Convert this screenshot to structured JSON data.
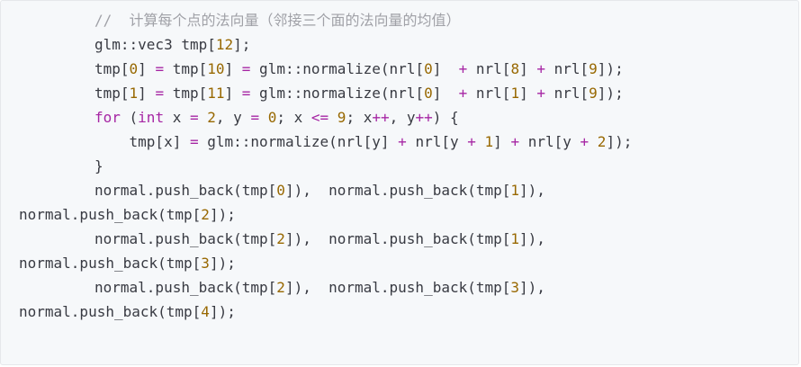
{
  "code": {
    "comment": "//  计算每个点的法向量（邻接三个面的法向量的均值）",
    "lines": [
      "glm::vec3 tmp[12];",
      "tmp[0] = tmp[10] = glm::normalize(nrl[0]  + nrl[8] + nrl[9]);",
      "tmp[1] = tmp[11] = glm::normalize(nrl[0]  + nrl[1] + nrl[9]);",
      "for (int x = 2, y = 0; x <= 9; x++, y++) {",
      "    tmp[x] = glm::normalize(nrl[y] + nrl[y + 1] + nrl[y + 2]);",
      "}",
      "normal.push_back(tmp[0]),  normal.push_back(tmp[1]),",
      "normal.push_back(tmp[2]);",
      "normal.push_back(tmp[2]),  normal.push_back(tmp[1]),",
      "normal.push_back(tmp[3]);",
      "normal.push_back(tmp[2]),  normal.push_back(tmp[3]),",
      "normal.push_back(tmp[4]);"
    ]
  },
  "colors": {
    "background": "#f6f8fa",
    "text": "#383a42",
    "comment": "#a0a1a7",
    "keyword": "#a626a4",
    "number": "#986801"
  }
}
